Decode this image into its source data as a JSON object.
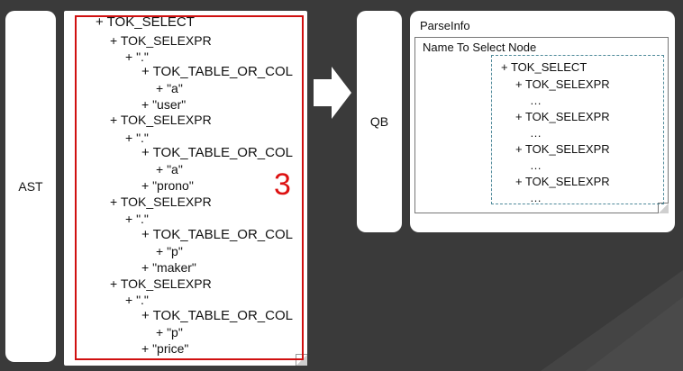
{
  "ast_label": "AST",
  "qb_label": "QB",
  "ast_number": "3",
  "ast_lines": [
    "+ TOK_SELECT",
    "+ TOK_SELEXPR",
    "+ \".\"",
    "+ TOK_TABLE_OR_COL",
    "+ \"a\"",
    "+ \"user\"",
    "+ TOK_SELEXPR",
    "+ \".\"",
    "+ TOK_TABLE_OR_COL",
    "+ \"a\"",
    "+ \"prono\"",
    "+ TOK_SELEXPR",
    "+ \".\"",
    "+ TOK_TABLE_OR_COL",
    "+ \"p\"",
    "+ \"maker\"",
    "+ TOK_SELEXPR",
    "+ \".\"",
    "+ TOK_TABLE_OR_COL",
    "+ \"p\"",
    "+ \"price\""
  ],
  "parseinfo": {
    "title": "ParseInfo",
    "name_to_select_title": "Name To Select Node",
    "lines": [
      "+ TOK_SELECT",
      "+ TOK_SELEXPR",
      "…",
      "+ TOK_SELEXPR",
      "…",
      "+ TOK_SELEXPR",
      "…",
      "+ TOK_SELEXPR",
      "…"
    ]
  },
  "colors": {
    "background": "#3a3a3a",
    "highlight_red": "#d01010",
    "dashed_teal": "#4f8a9a"
  }
}
